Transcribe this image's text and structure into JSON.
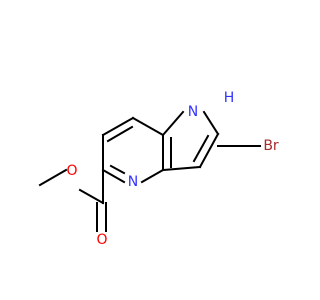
{
  "molecule": {
    "atoms": {
      "n_pyridine": "N",
      "n_pyrrole": "N",
      "h_pyrrole": "H",
      "bromine": "Br",
      "o_carbonyl": "O",
      "o_ester": "O"
    },
    "colors": {
      "bond": "#000000",
      "nitrogen": "#3333ff",
      "oxygen": "#ff0000",
      "bromine": "#a52a2a"
    }
  }
}
